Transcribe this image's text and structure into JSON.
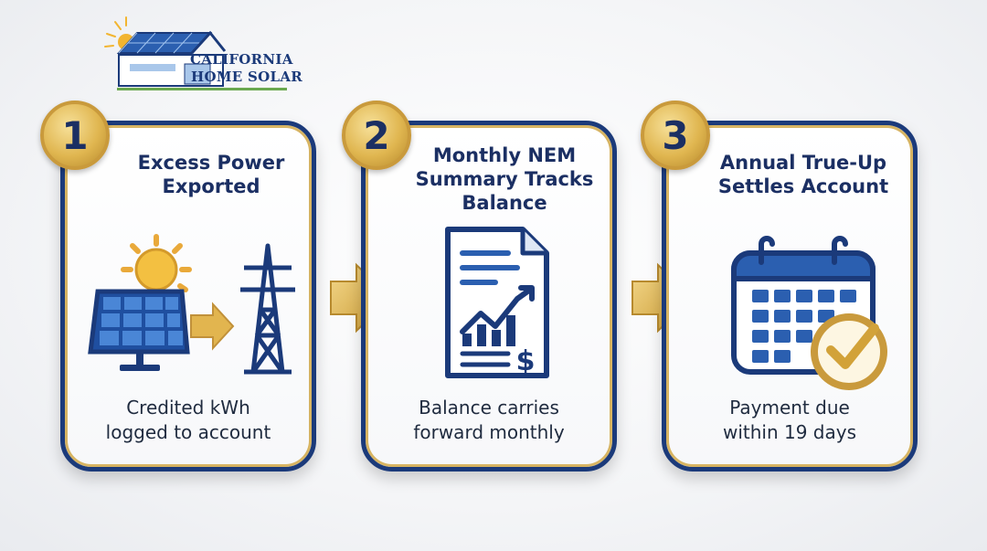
{
  "logo": {
    "line1": "California",
    "line2": "Home Solar"
  },
  "steps": [
    {
      "number": "1",
      "title": "Excess Power\nExported",
      "description": "Credited kWh\nlogged to account"
    },
    {
      "number": "2",
      "title": "Monthly NEM\nSummary Tracks\nBalance",
      "description": "Balance carries\nforward monthly"
    },
    {
      "number": "3",
      "title": "Annual True-Up\nSettles Account",
      "description": "Payment due\nwithin 19 days"
    }
  ],
  "colors": {
    "navy": "#1b3a7a",
    "gold": "#d7b462",
    "accent_green": "#6aa84f"
  },
  "icons": [
    "solar-panel-icon",
    "sun-icon",
    "transmission-tower-icon",
    "document-chart-icon",
    "calendar-check-icon",
    "arrow-right-icon"
  ]
}
